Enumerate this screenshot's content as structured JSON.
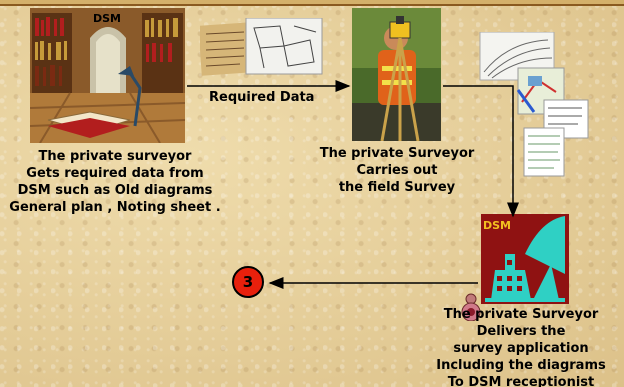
{
  "nodes": {
    "library": {
      "tag": "DSM",
      "caption": [
        "The private surveyor",
        "Gets required data from",
        "DSM such as Old diagrams",
        "General plan , Noting sheet ."
      ]
    },
    "surveyor": {
      "caption": [
        "The private Surveyor",
        "Carries out",
        "the field Survey"
      ]
    },
    "office": {
      "tag": "DSM",
      "caption": [
        "The private Surveyor",
        "Delivers the",
        "survey application",
        "Including the diagrams",
        "To DSM receptionist"
      ]
    },
    "next_step": {
      "number": "3"
    }
  },
  "edges": {
    "required_data_label": "Required Data"
  },
  "colors": {
    "arrow": "#000000",
    "step_circle": "#e8200c",
    "office_bg": "#8f1212",
    "office_accent": "#2fd0c4"
  }
}
